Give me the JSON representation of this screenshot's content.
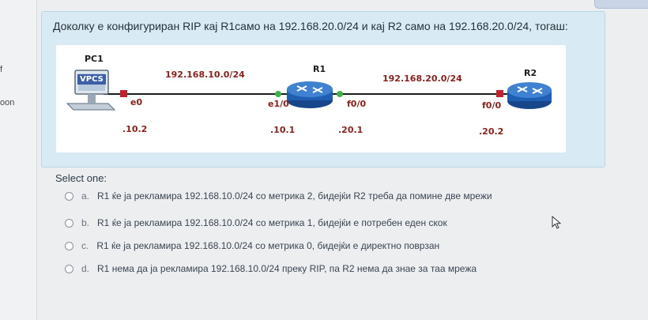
{
  "sidebar": {
    "frag1": "f",
    "frag2": "oon"
  },
  "question": {
    "text": "Доколку е конфигуриран RIP кај R1само на 192.168.20.0/24 и кај R2 само на 192.168.20.0/24, тогаш:"
  },
  "diagram": {
    "pc1_label": "PC1",
    "vpcs_label": "VPCS",
    "r1_label": "R1",
    "r2_label": "R2",
    "network_left": "192.168.10.0/24",
    "network_right": "192.168.20.0/24",
    "if_e0": "e0",
    "if_e1_0": "e1/0",
    "if_f0_0_r1": "f0/0",
    "if_f0_0_r2": "f0/0",
    "addr_pc1": ".10.2",
    "addr_r1_left": ".10.1",
    "addr_r1_right": ".20.1",
    "addr_r2": ".20.2"
  },
  "answers": {
    "prompt": "Select one:",
    "options": [
      {
        "letter": "a.",
        "text": "R1 ќе ја рекламира 192.168.10.0/24 со метрика 2, бидејќи R2 треба да помине две мрежи"
      },
      {
        "letter": "b.",
        "text": "R1 ќе ја рекламира 192.168.10.0/24 со метрика 1, бидејќи е потребен еден скок"
      },
      {
        "letter": "c.",
        "text": "R1 ќе ја рекламира 192.168.10.0/24 со метрика 0, бидејќи е директно поврзан"
      },
      {
        "letter": "d.",
        "text": "R1 нема да ја рекламира 192.168.10.0/24 преку RIP, па R2 нема да знае за таа мрежа"
      }
    ]
  },
  "colors": {
    "card_bg": "#d8eaf3",
    "link_line": "#1b1b1b",
    "red_port": "#c8202a",
    "green_port": "#3fb34a",
    "router_blue": "#1f5fb3",
    "label_red": "#8c1f1a"
  }
}
